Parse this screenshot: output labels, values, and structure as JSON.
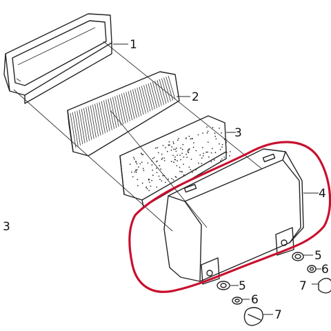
{
  "diagram": {
    "callouts": {
      "part_1": "1",
      "part_2": "2",
      "part_3": "3",
      "part_4": "4",
      "part_5_right": "5",
      "part_6_right": "6",
      "part_7_right": "7",
      "part_5_lower": "5",
      "part_6_lower": "6",
      "part_7_lower": "7"
    },
    "side_marker": "3",
    "highlight_color": "#c8102e",
    "parts": [
      {
        "id": "part_1",
        "name": "air filter frame"
      },
      {
        "id": "part_2",
        "name": "pleated filter element"
      },
      {
        "id": "part_3",
        "name": "foam pre-filter"
      },
      {
        "id": "part_4",
        "name": "air filter cover"
      },
      {
        "id": "part_5",
        "name": "grommet"
      },
      {
        "id": "part_6",
        "name": "washer"
      },
      {
        "id": "part_7",
        "name": "knob screw"
      }
    ]
  }
}
